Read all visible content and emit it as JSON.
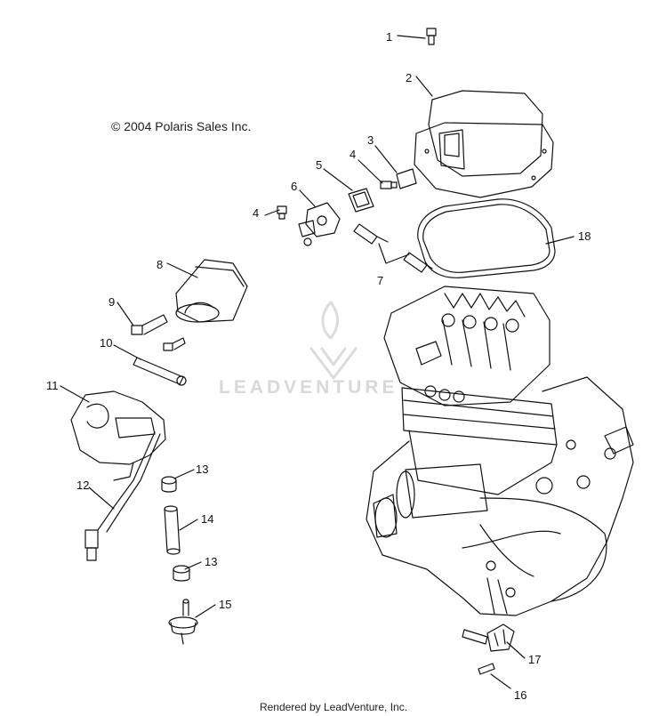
{
  "copyright": "© 2004 Polaris Sales Inc.",
  "footer": "Rendered by LeadVenture, Inc.",
  "watermark": "LEADVENTURE",
  "callouts": [
    "1",
    "2",
    "3",
    "4",
    "5",
    "6",
    "4",
    "8",
    "7",
    "18",
    "9",
    "10",
    "11",
    "12",
    "13",
    "14",
    "13",
    "15",
    "17",
    "16"
  ]
}
